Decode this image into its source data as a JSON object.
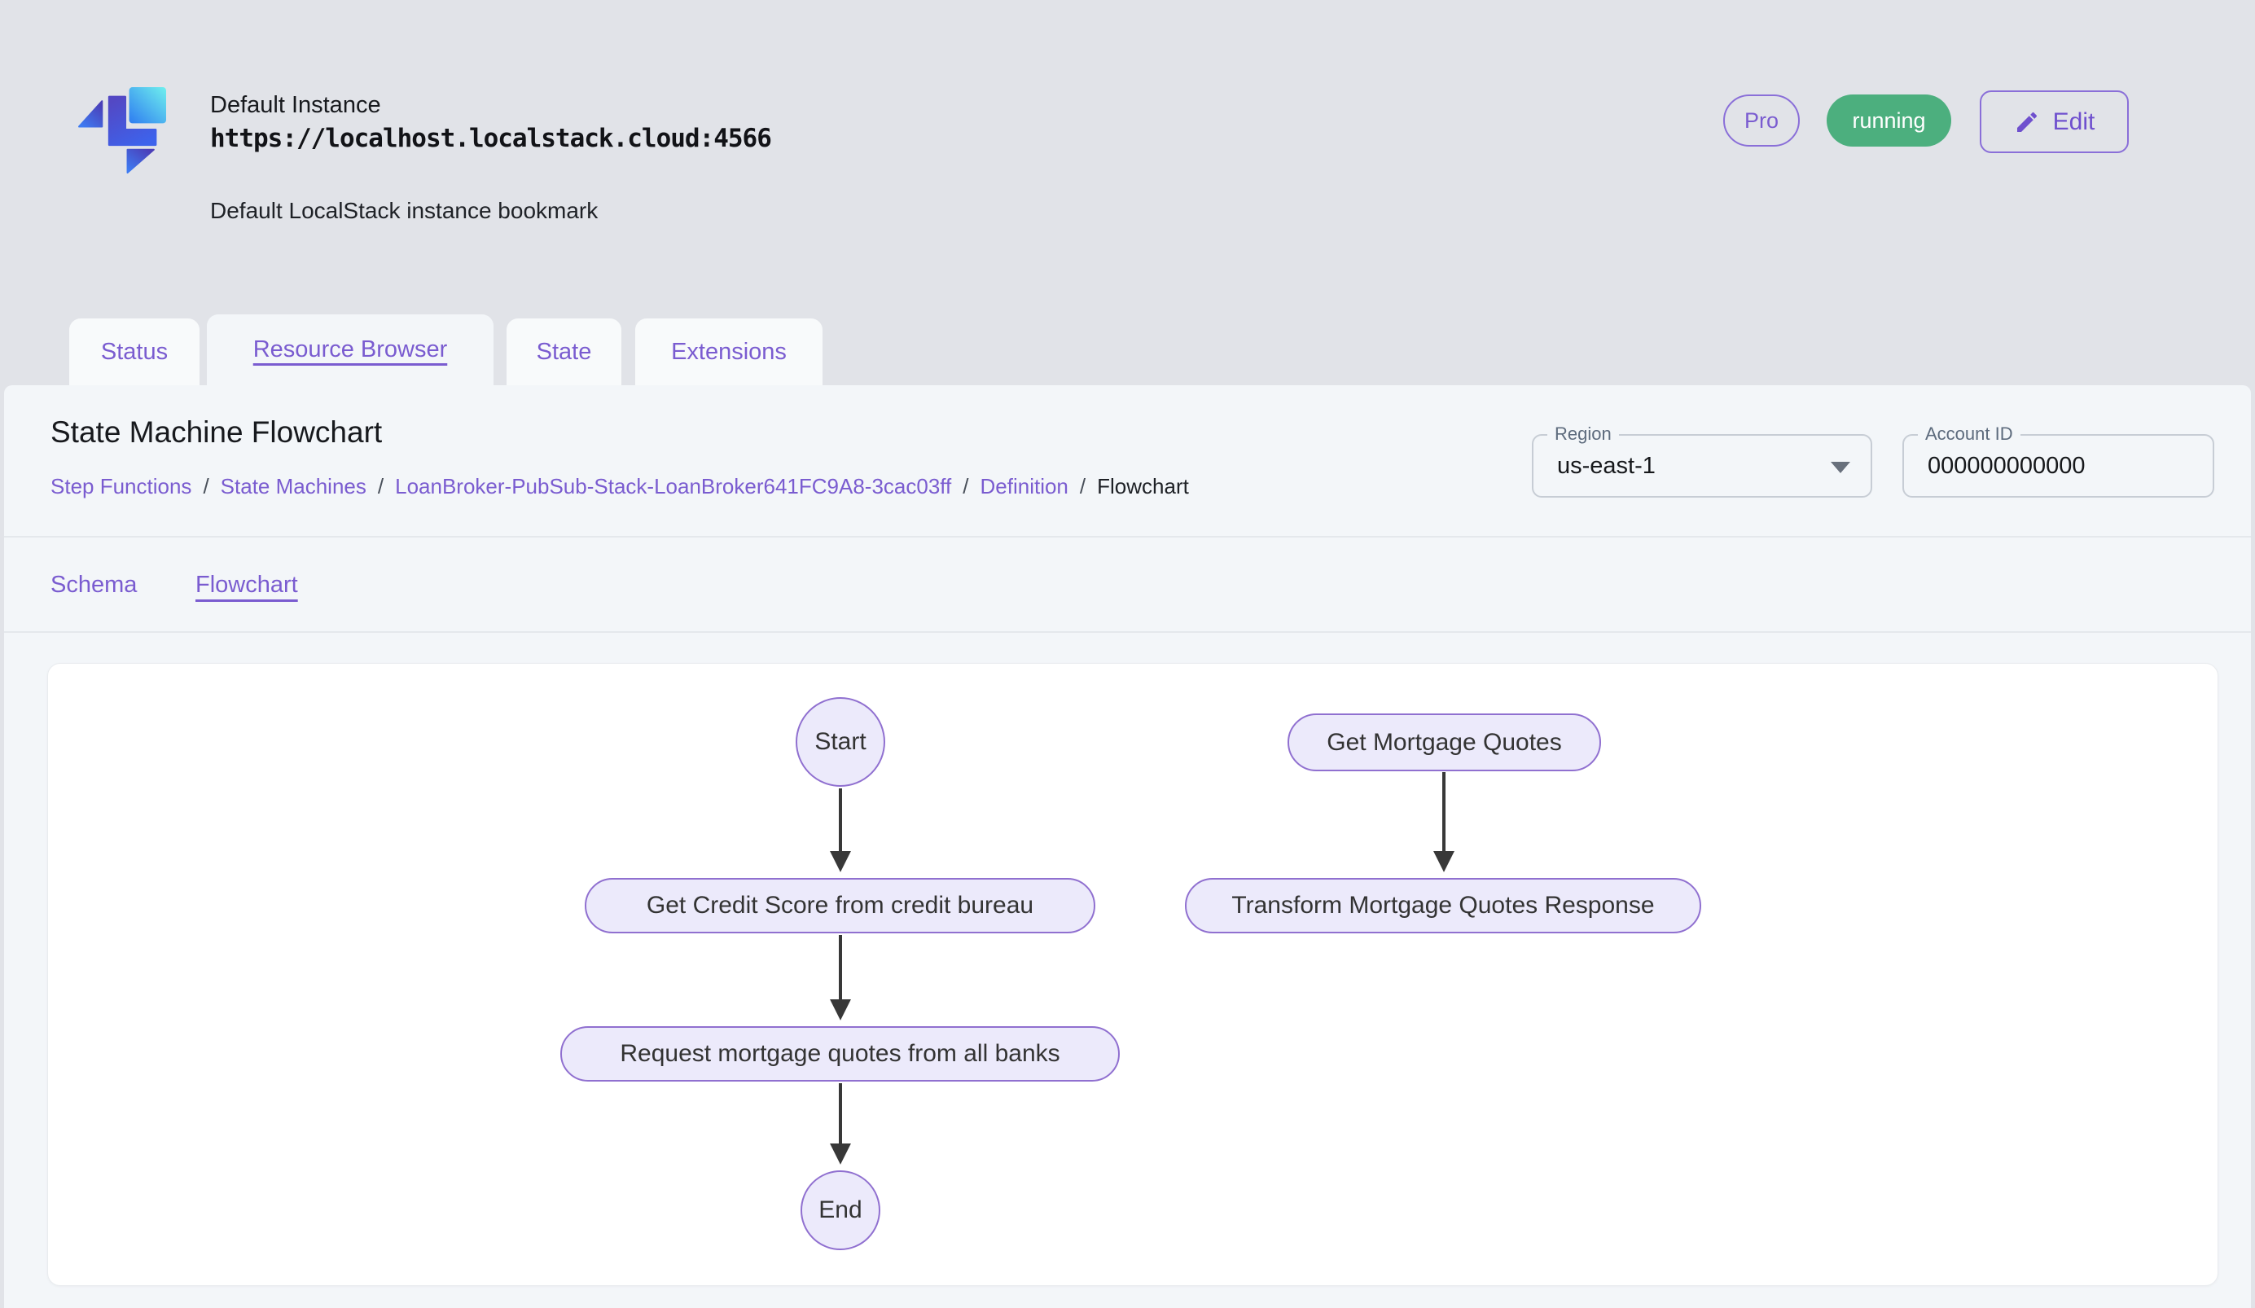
{
  "header": {
    "instance_name": "Default Instance",
    "instance_url": "https://localhost.localstack.cloud:4566",
    "instance_description": "Default LocalStack instance bookmark",
    "pro_badge": "Pro",
    "status_badge": "running",
    "edit_button": "Edit"
  },
  "tabs": [
    {
      "label": "Status",
      "active": false
    },
    {
      "label": "Resource Browser",
      "active": true
    },
    {
      "label": "State",
      "active": false
    },
    {
      "label": "Extensions",
      "active": false
    }
  ],
  "page": {
    "title": "State Machine Flowchart",
    "breadcrumb_separator": "/",
    "breadcrumb": [
      {
        "label": "Step Functions"
      },
      {
        "label": "State Machines"
      },
      {
        "label": "LoanBroker-PubSub-Stack-LoanBroker641FC9A8-3cac03ff"
      },
      {
        "label": "Definition"
      },
      {
        "label": "Flowchart",
        "current": true
      }
    ]
  },
  "controls": {
    "region": {
      "label": "Region",
      "value": "us-east-1"
    },
    "account": {
      "label": "Account ID",
      "value": "000000000000"
    }
  },
  "subtabs": [
    {
      "label": "Schema",
      "active": false
    },
    {
      "label": "Flowchart",
      "active": true
    }
  ],
  "flowchart": {
    "nodes": [
      {
        "id": "start",
        "label": "Start",
        "shape": "circle"
      },
      {
        "id": "get-credit-score",
        "label": "Get Credit Score from credit bureau",
        "shape": "stadium"
      },
      {
        "id": "request-quotes",
        "label": "Request mortgage quotes from all banks",
        "shape": "stadium"
      },
      {
        "id": "end",
        "label": "End",
        "shape": "circle"
      },
      {
        "id": "get-mortgage-quotes",
        "label": "Get Mortgage Quotes",
        "shape": "stadium"
      },
      {
        "id": "transform-response",
        "label": "Transform Mortgage Quotes Response",
        "shape": "stadium"
      }
    ],
    "edges": [
      {
        "from": "start",
        "to": "get-credit-score"
      },
      {
        "from": "get-credit-score",
        "to": "request-quotes"
      },
      {
        "from": "request-quotes",
        "to": "end"
      },
      {
        "from": "get-mortgage-quotes",
        "to": "transform-response"
      }
    ]
  },
  "colors": {
    "accent_purple": "#7A5CD0",
    "status_green": "#4CAF7E",
    "node_fill": "#ECEAFB",
    "node_border": "#9070D0",
    "arrow": "#383838",
    "page_background": "#E1E3E8",
    "panel_background": "#F3F6F9"
  }
}
